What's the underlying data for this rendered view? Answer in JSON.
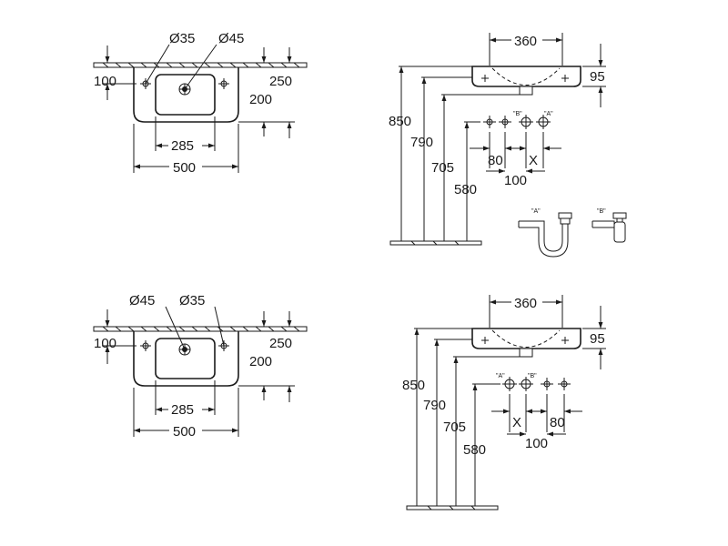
{
  "views": {
    "top_left": {
      "hole_left": "Ø35",
      "hole_right": "Ø45",
      "dim_100": "100",
      "dim_250": "250",
      "dim_200": "200",
      "dim_285": "285",
      "dim_500": "500"
    },
    "top_right": {
      "dim_360": "360",
      "dim_95": "95",
      "dim_850": "850",
      "dim_790": "790",
      "dim_705": "705",
      "dim_580": "580",
      "dim_80": "80",
      "dim_x": "X",
      "dim_100": "100",
      "label_b": "\"B\"",
      "label_a": "\"A\""
    },
    "bottom_left": {
      "hole_left": "Ø45",
      "hole_right": "Ø35",
      "dim_100": "100",
      "dim_250": "250",
      "dim_200": "200",
      "dim_285": "285",
      "dim_500": "500"
    },
    "bottom_right": {
      "dim_360": "360",
      "dim_95": "95",
      "dim_850": "850",
      "dim_790": "790",
      "dim_705": "705",
      "dim_580": "580",
      "dim_80": "80",
      "dim_x": "X",
      "dim_100": "100",
      "label_a": "\"A\"",
      "label_b": "\"B\""
    }
  },
  "traps": {
    "label_a": "\"A\"",
    "label_b": "\"B\""
  }
}
